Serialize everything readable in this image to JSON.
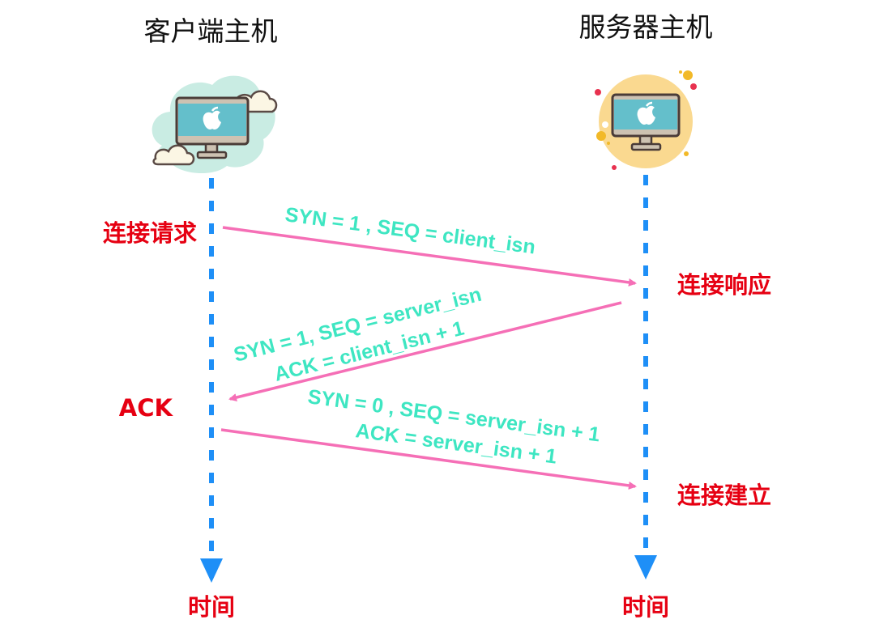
{
  "title": "TCP three-way handshake",
  "colors": {
    "timeline": "#1e8ff7",
    "message_arrow": "#f56fb6",
    "message_text": "#3ee6c2",
    "state_text": "#e60012",
    "title_text": "#111111"
  },
  "client": {
    "title": "客户端主机",
    "icon": "computer-monitor-apple-cloud-icon",
    "time_label": "时间",
    "events": [
      "连接请求",
      "ACK"
    ]
  },
  "server": {
    "title": "服务器主机",
    "icon": "computer-monitor-apple-sun-icon",
    "time_label": "时间",
    "events": [
      "连接响应",
      "连接建立"
    ]
  },
  "messages": [
    {
      "direction": "client-to-server",
      "lines": [
        "SYN = 1 , SEQ = client_isn"
      ]
    },
    {
      "direction": "server-to-client",
      "lines": [
        "SYN = 1,  SEQ = server_isn",
        "ACK = client_isn + 1"
      ]
    },
    {
      "direction": "client-to-server",
      "lines": [
        "SYN = 0 , SEQ = server_isn + 1",
        "ACK = server_isn + 1"
      ]
    }
  ]
}
